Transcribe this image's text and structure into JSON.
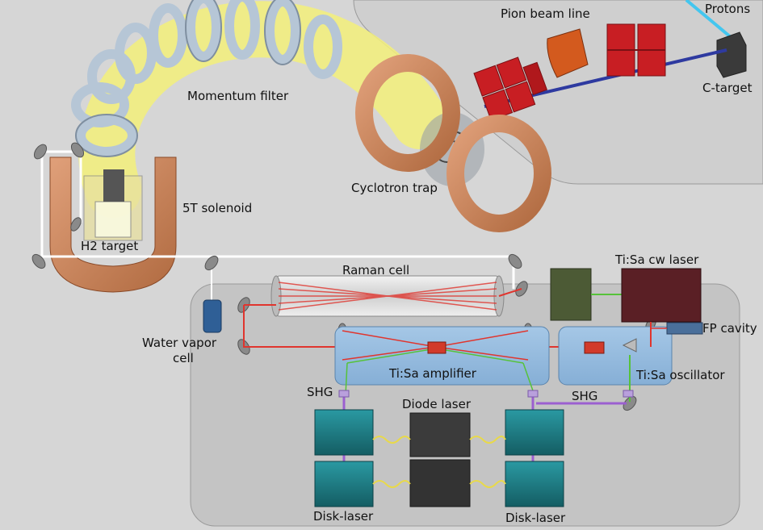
{
  "labels": {
    "protons": "Protons",
    "pion_beam_line": "Pion beam line",
    "c_target": "C-target",
    "momentum_filter": "Momentum filter",
    "cyclotron_trap": "Cyclotron trap",
    "solenoid": "5T solenoid",
    "h2_target": "H2 target",
    "raman_cell": "Raman cell",
    "tisa_cw_laser": "Ti:Sa cw laser",
    "water_vapor_cell_1": "Water vapor",
    "water_vapor_cell_2": "cell",
    "fp_cavity": "FP cavity",
    "tisa_amplifier": "Ti:Sa amplifier",
    "tisa_oscillator": "Ti:Sa oscillator",
    "shg_left": "SHG",
    "shg_right": "SHG",
    "diode_laser": "Diode laser",
    "disk_laser_left": "Disk-laser",
    "disk_laser_right": "Disk-laser"
  },
  "colors": {
    "background": "#d6d6d6",
    "upper_panel": "#cfcfcf",
    "lower_panel": "#c4c4c4",
    "blue_box": "#8fb8de",
    "copper": "#c9835a",
    "coil": "#b6c6d6",
    "yellow_beam": "#f3f07a",
    "red_magnet": "#c81e23",
    "orange_magnet": "#d35a1e",
    "teal_laser": "#1d7e86",
    "diode": "#3b3b3b",
    "cw_laser": "#5a1f25",
    "green_box": "#4c5a35",
    "red_beam": "#e0352e",
    "green_beam": "#56c23a",
    "purple_beam": "#9b5fd0",
    "proton_beam": "#43c6ef",
    "pion_beam": "#2e3aa0"
  }
}
